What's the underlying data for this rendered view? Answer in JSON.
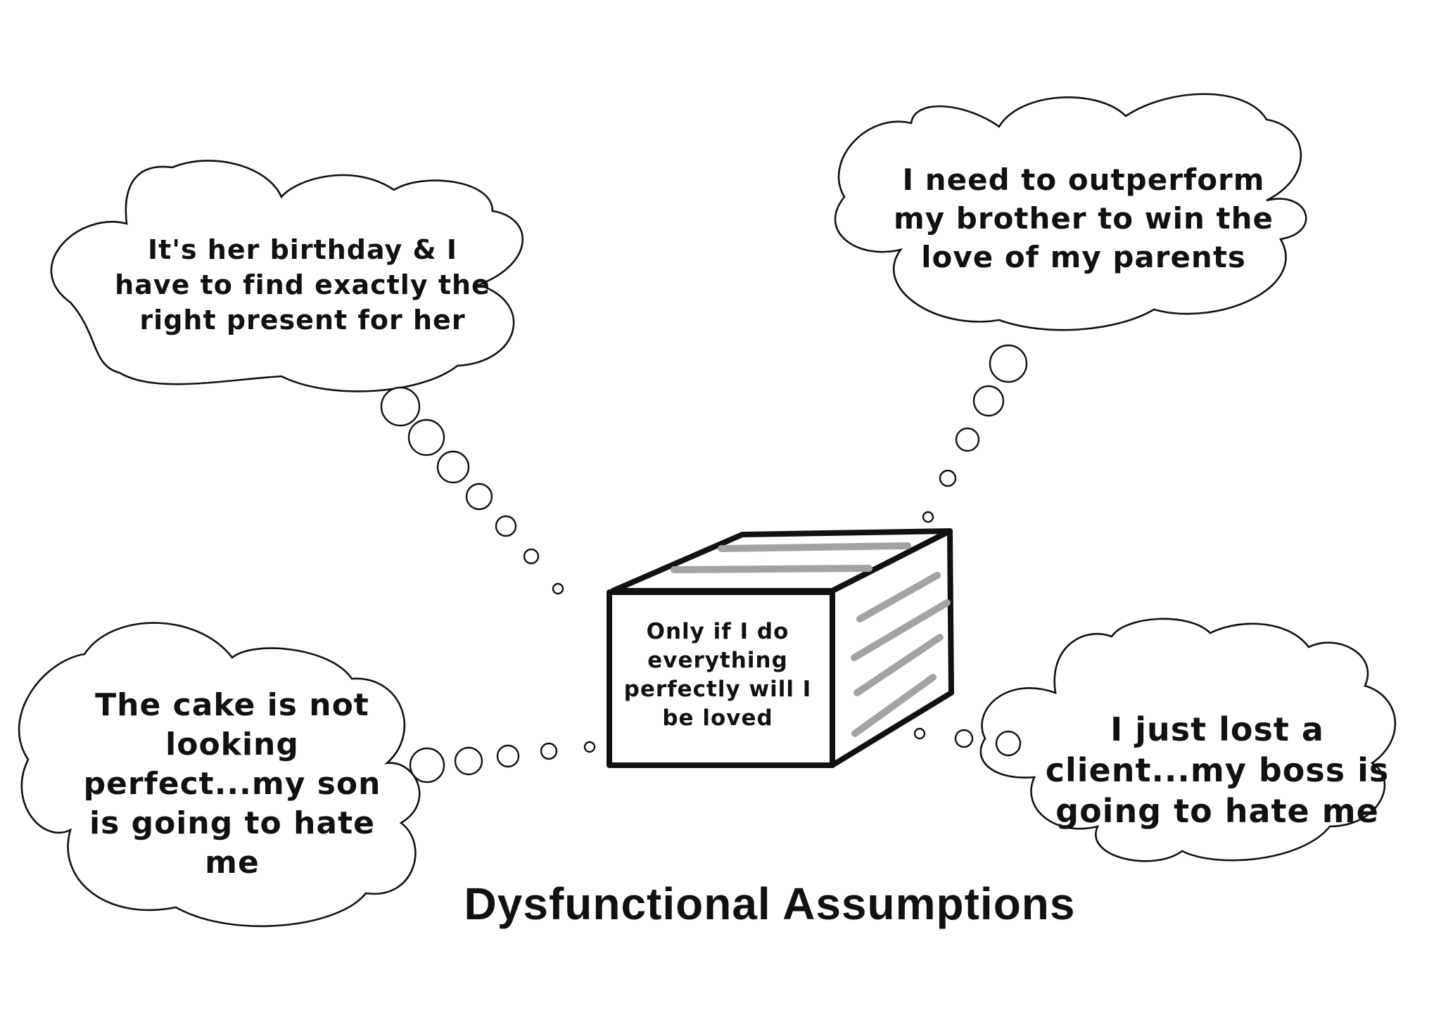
{
  "title": "Dysfunctional Assumptions",
  "core_belief": "Only if I do everything perfectly will I be loved",
  "thoughts": {
    "birthday": "It's her birthday & I have to find exactly the right present for her",
    "brother": "I need to outperform my brother to win the love of my parents",
    "cake": "The cake is not looking perfect...my son is going to hate me",
    "client": "I just lost a client...my boss is going to hate me"
  },
  "colors": {
    "outline": "#111111",
    "stripe": "#a3a3a3",
    "background": "#ffffff"
  }
}
